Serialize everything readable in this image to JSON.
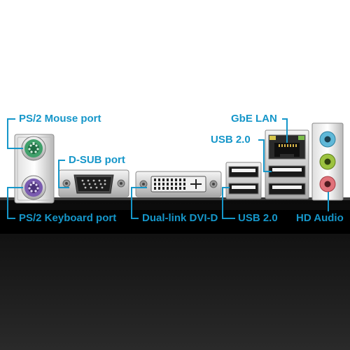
{
  "labels": {
    "ps2_mouse": "PS/2 Mouse port",
    "ps2_keyboard": "PS/2 Keyboard port",
    "dsub": "D-SUB port",
    "dvi": "Dual-link DVI-D",
    "usb_top": "USB 2.0",
    "usb_bottom": "USB 2.0",
    "lan": "GbE LAN",
    "audio": "HD Audio"
  },
  "colors": {
    "callout": "#1596c9",
    "board": "#111111",
    "ps2_mouse": "#3fa06a",
    "ps2_keyboard": "#7a5bb0",
    "audio_line_in": "#5fb8d8",
    "audio_line_out": "#9cc23f",
    "audio_mic": "#e0727a"
  }
}
